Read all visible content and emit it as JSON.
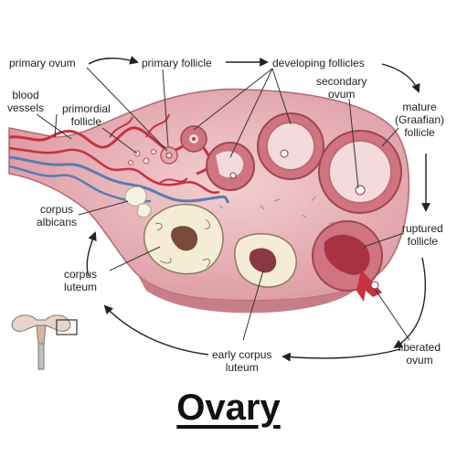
{
  "labels": {
    "primary_ovum": "primary ovum",
    "primary_follicle": "primary follicle",
    "developing_follicles": "developing follicles",
    "blood_vessels": [
      "blood",
      "vessels"
    ],
    "primordial_follicle": [
      "primordial",
      "follicle"
    ],
    "secondary_ovum": [
      "secondary",
      "ovum"
    ],
    "mature_follicle": [
      "mature",
      "(Graafian)",
      "follicle"
    ],
    "corpus_albicans": [
      "corpus",
      "albicans"
    ],
    "ruptured_follicle": [
      "ruptured",
      "follicle"
    ],
    "corpus_luteum": [
      "corpus",
      "luteum"
    ],
    "liberated_ovum": [
      "liberated",
      "ovum"
    ],
    "early_corpus_luteum": [
      "early corpus",
      "luteum"
    ]
  },
  "title": "Ovary",
  "colors": {
    "ovary_fill": "#eab3b8",
    "follicle_wall": "#b5545f",
    "follicle_antrum": "#f3dadd",
    "corpus_fill": "#f4ecd5",
    "corpus_outline": "#8a7b5a",
    "artery": "#c8313f",
    "vein": "#5b7bb2",
    "arrow": "#222222",
    "leader_line": "#333333"
  }
}
